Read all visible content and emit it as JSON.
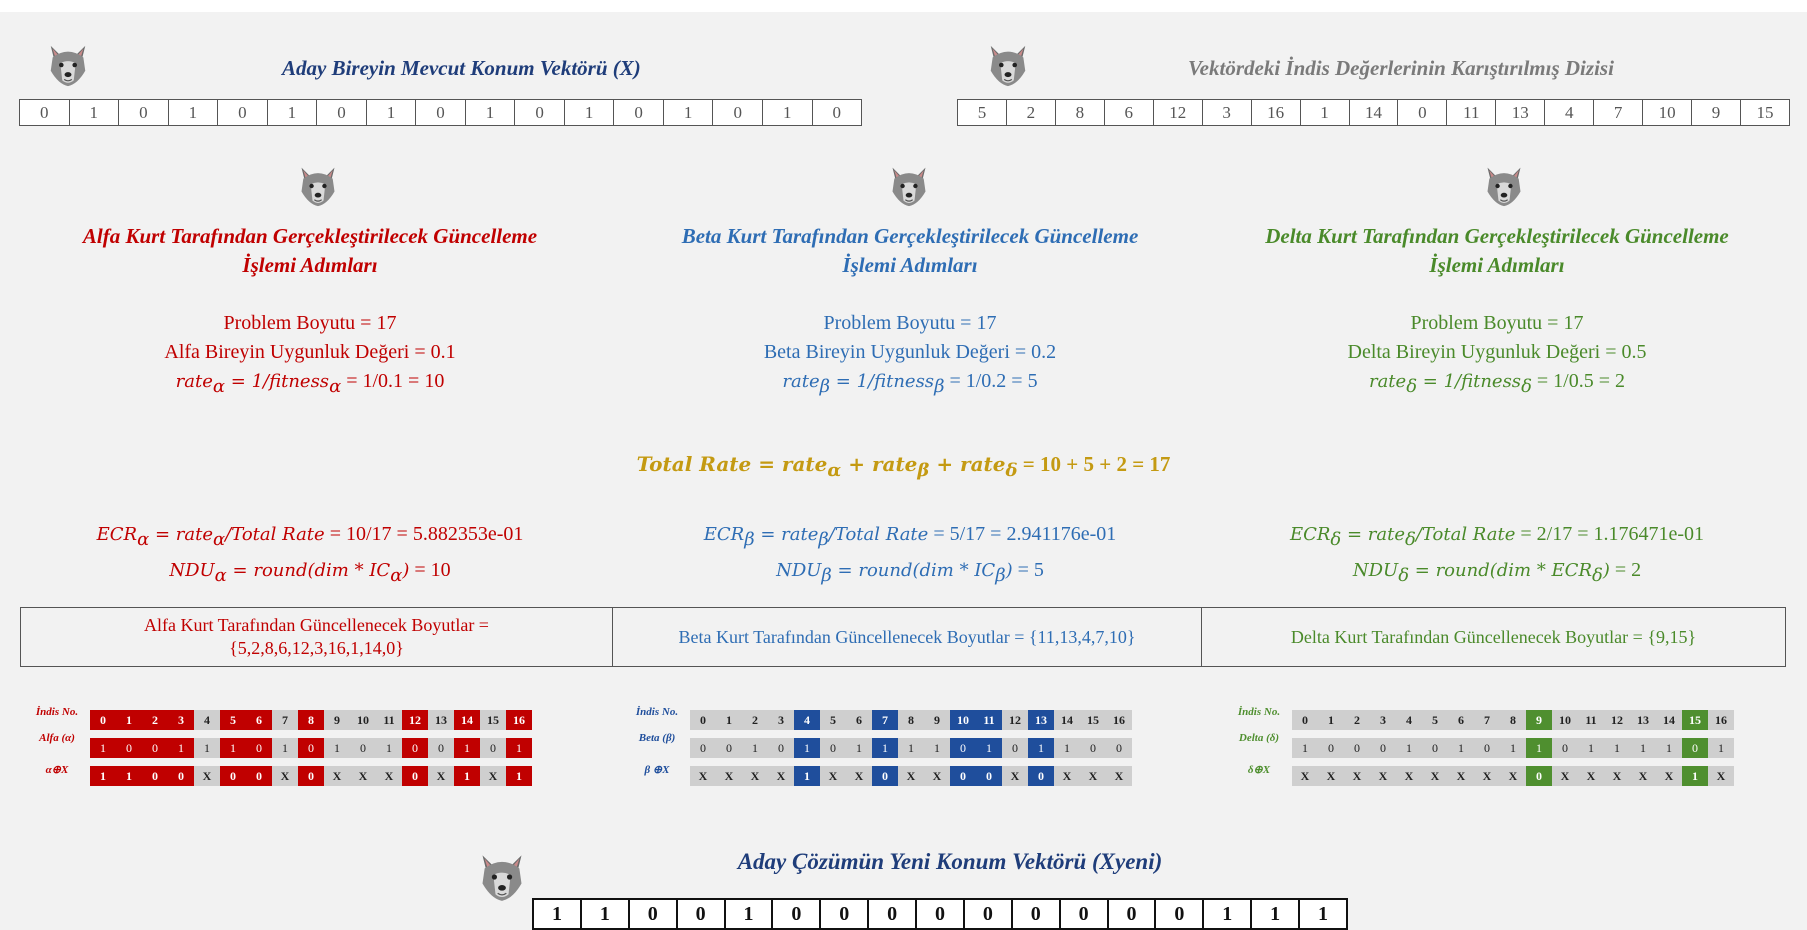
{
  "colors": {
    "alpha": "#c00000",
    "beta": "#2e6db4",
    "delta": "#4a8a2a",
    "total": "#c49a12",
    "title_blue": "#1f3d7a",
    "alpha_fill": "#c00000",
    "beta_fill": "#1f4e9c",
    "delta_fill": "#4f8f2f",
    "neutral_fill": "#cfcfcf"
  },
  "icons": {
    "wolf": "wolf-face-icon"
  },
  "current": {
    "title": "Aday Bireyin Mevcut Konum Vektörü (X)",
    "vector": [
      "0",
      "1",
      "0",
      "1",
      "0",
      "1",
      "0",
      "1",
      "0",
      "1",
      "0",
      "1",
      "0",
      "1",
      "0",
      "1",
      "0"
    ]
  },
  "shuffled": {
    "title": "Vektördeki İndis Değerlerinin Karıştırılmış Dizisi",
    "vector": [
      "5",
      "2",
      "8",
      "6",
      "12",
      "3",
      "16",
      "1",
      "14",
      "0",
      "11",
      "13",
      "4",
      "7",
      "10",
      "9",
      "15"
    ]
  },
  "alpha": {
    "title_line1": "Alfa Kurt Tarafından Gerçekleştirilecek Güncelleme",
    "title_line2": "İşlemi Adımları",
    "problem_dim": "Problem Boyutu = 17",
    "fitness": "Alfa Bireyin Uygunluk Değeri = 0.1",
    "rate_math": "rate",
    "rate_sub": "α",
    "rate_eq_math": " = 1/fitness",
    "rate_eq_sub": "α",
    "rate_value": " = 1/0.1 = 10",
    "ecr_lhs": "ECR",
    "ecr_sub": "α",
    "ecr_rhs": " = rate",
    "ecr_rhs_sub": "α",
    "ecr_div": "/Total Rate",
    "ecr_value": " = 10/17 = 5.882353e-01",
    "ndu_lhs": "NDU",
    "ndu_sub": "α",
    "ndu_rhs": " = round(dim * IC",
    "ndu_rhs_sub": "α",
    "ndu_close": ")",
    "ndu_value": " = 10",
    "dims_label_line1": "Alfa Kurt Tarafından Güncellenecek Boyutlar =",
    "dims_label_line2": "{5,2,8,6,12,3,16,1,14,0}"
  },
  "beta": {
    "title_line1": "Beta Kurt Tarafından Gerçekleştirilecek Güncelleme",
    "title_line2": "İşlemi Adımları",
    "problem_dim": "Problem Boyutu = 17",
    "fitness": "Beta Bireyin Uygunluk Değeri = 0.2",
    "rate_math": "rate",
    "rate_sub": "β",
    "rate_eq_math": " = 1/fitness",
    "rate_eq_sub": "β",
    "rate_value": " = 1/0.2 = 5",
    "ecr_lhs": "ECR",
    "ecr_sub": "β",
    "ecr_rhs": " = rate",
    "ecr_rhs_sub": "β",
    "ecr_div": "/Total Rate",
    "ecr_value": " = 5/17 = 2.941176e-01",
    "ndu_lhs": "NDU",
    "ndu_sub": "β",
    "ndu_rhs": " = round(dim * IC",
    "ndu_rhs_sub": "β",
    "ndu_close": ")",
    "ndu_value": " = 5",
    "dims_label": "Beta Kurt Tarafından Güncellenecek Boyutlar = {11,13,4,7,10}"
  },
  "delta": {
    "title_line1": "Delta Kurt Tarafından Gerçekleştirilecek Güncelleme",
    "title_line2": "İşlemi Adımları",
    "problem_dim": "Problem Boyutu = 17",
    "fitness": "Delta Bireyin Uygunluk Değeri = 0.5",
    "rate_math": "rate",
    "rate_sub": "δ",
    "rate_eq_math": " = 1/fitness",
    "rate_eq_sub": "δ",
    "rate_value": " = 1/0.5 = 2",
    "ecr_lhs": "ECR",
    "ecr_sub": "δ",
    "ecr_rhs": " = rate",
    "ecr_rhs_sub": "δ",
    "ecr_div": "/Total Rate",
    "ecr_value": " = 2/17 = 1.176471e-01",
    "ndu_lhs": "NDU",
    "ndu_sub": "δ",
    "ndu_rhs": " = round(dim * ECR",
    "ndu_rhs_sub": "δ",
    "ndu_close": ")",
    "ndu_value": " = 2",
    "dims_label": "Delta Kurt Tarafından Güncellenecek Boyutlar = {9,15}"
  },
  "total": {
    "lhs": "Total Rate = rate",
    "a_sub": "α",
    "plus1": " + rate",
    "b_sub": "β",
    "plus2": " + rate",
    "d_sub": "δ",
    "value": " = 10 + 5 + 2 = 17"
  },
  "tables": {
    "alpha": {
      "label_idx": "İndis No.",
      "label_vec": "Alfa (α)",
      "label_res": "α⊕X",
      "idx": [
        "0",
        "1",
        "2",
        "3",
        "4",
        "5",
        "6",
        "7",
        "8",
        "9",
        "10",
        "11",
        "12",
        "13",
        "14",
        "15",
        "16"
      ],
      "vec": [
        "1",
        "0",
        "0",
        "1",
        "1",
        "1",
        "0",
        "1",
        "0",
        "1",
        "0",
        "1",
        "0",
        "0",
        "1",
        "0",
        "1"
      ],
      "res": [
        "1",
        "1",
        "0",
        "0",
        "X",
        "0",
        "0",
        "X",
        "0",
        "X",
        "X",
        "X",
        "0",
        "X",
        "1",
        "X",
        "1"
      ],
      "highlight": [
        true,
        true,
        true,
        true,
        false,
        true,
        true,
        false,
        true,
        false,
        false,
        false,
        true,
        false,
        true,
        false,
        true
      ]
    },
    "beta": {
      "label_idx": "İndis No.",
      "label_vec": "Beta (β)",
      "label_res": "β ⊕X",
      "idx": [
        "0",
        "1",
        "2",
        "3",
        "4",
        "5",
        "6",
        "7",
        "8",
        "9",
        "10",
        "11",
        "12",
        "13",
        "14",
        "15",
        "16"
      ],
      "vec": [
        "0",
        "0",
        "1",
        "0",
        "1",
        "0",
        "1",
        "1",
        "1",
        "1",
        "0",
        "1",
        "0",
        "1",
        "1",
        "0",
        "0"
      ],
      "res": [
        "X",
        "X",
        "X",
        "X",
        "1",
        "X",
        "X",
        "0",
        "X",
        "X",
        "0",
        "0",
        "X",
        "0",
        "X",
        "X",
        "X"
      ],
      "highlight": [
        false,
        false,
        false,
        false,
        true,
        false,
        false,
        true,
        false,
        false,
        true,
        true,
        false,
        true,
        false,
        false,
        false
      ]
    },
    "delta": {
      "label_idx": "İndis No.",
      "label_vec": "Delta (δ)",
      "label_res": "δ⊕X",
      "idx": [
        "0",
        "1",
        "2",
        "3",
        "4",
        "5",
        "6",
        "7",
        "8",
        "9",
        "10",
        "11",
        "12",
        "13",
        "14",
        "15",
        "16"
      ],
      "vec": [
        "1",
        "0",
        "0",
        "0",
        "1",
        "0",
        "1",
        "0",
        "1",
        "1",
        "0",
        "1",
        "1",
        "1",
        "1",
        "0",
        "1"
      ],
      "res": [
        "X",
        "X",
        "X",
        "X",
        "X",
        "X",
        "X",
        "X",
        "X",
        "0",
        "X",
        "X",
        "X",
        "X",
        "X",
        "1",
        "X"
      ],
      "highlight": [
        false,
        false,
        false,
        false,
        false,
        false,
        false,
        false,
        false,
        true,
        false,
        false,
        false,
        false,
        false,
        true,
        false
      ]
    }
  },
  "new_vector": {
    "title": "Aday Çözümün Yeni Konum Vektörü (Xyeni)",
    "vector": [
      "1",
      "1",
      "0",
      "0",
      "1",
      "0",
      "0",
      "0",
      "0",
      "0",
      "0",
      "0",
      "0",
      "0",
      "1",
      "1",
      "1"
    ]
  }
}
